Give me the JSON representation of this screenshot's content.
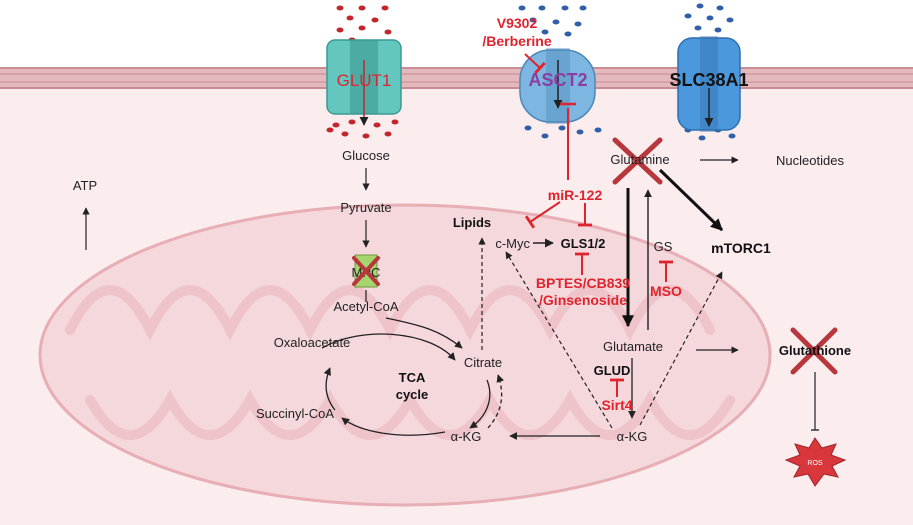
{
  "colors": {
    "background": "#ffffff",
    "cytoplasm": "#fbecee",
    "membrane": "#e4b9bd",
    "membrane_line": "#c98c93",
    "mitochondrion": "#f0c9ce",
    "mito_outline": "#e7aeb5",
    "inhibitor": "#e0242d",
    "cross": "#b8373c",
    "glut1": "#63c7c0",
    "asct2": "#7db6e0",
    "slc38a1": "#4c98dd",
    "glucose_dot": "#c2262c",
    "glutamine_dot": "#2f5fa6",
    "mpc": "#a6d46e",
    "ros": "#d8383c",
    "text": "#222222",
    "transporter_text": "#8a3ea2"
  },
  "icons": [
    "transporter-channel",
    "cross-mark",
    "ros-burst-icon",
    "molecule-dot"
  ],
  "transporters": {
    "glut1": "GLUT1",
    "asct2": "ASCT2",
    "slc38a1": "SLC38A1"
  },
  "inhibitors": {
    "asct2": "V9302\n/Berberine",
    "mir": "miR-122",
    "gls": "BPTES/CB839\n/Ginsenoside",
    "gs": "MSO",
    "glud": "Sirt4"
  },
  "metabolites": {
    "glucose": "Glucose",
    "pyruvate": "Pyruvate",
    "mpc": "MPC",
    "acetyl_coa": "Acetyl-CoA",
    "oxaloacetate": "Oxaloacetate",
    "citrate": "Citrate",
    "akg_left": "α-KG",
    "succinyl_coa": "Succinyl-CoA",
    "tca": "TCA\ncycle",
    "atp": "ATP",
    "lipids": "Lipids",
    "cmyc": "c-Myc",
    "gls": "GLS1/2",
    "glutamine": "Glutamine",
    "nucleotides": "Nucleotides",
    "gs": "GS",
    "mtorc1": "mTORC1",
    "glutamate": "Glutamate",
    "glud": "GLUD",
    "akg_right": "α-KG",
    "glutathione": "Glutathione",
    "ros": "ROS"
  }
}
